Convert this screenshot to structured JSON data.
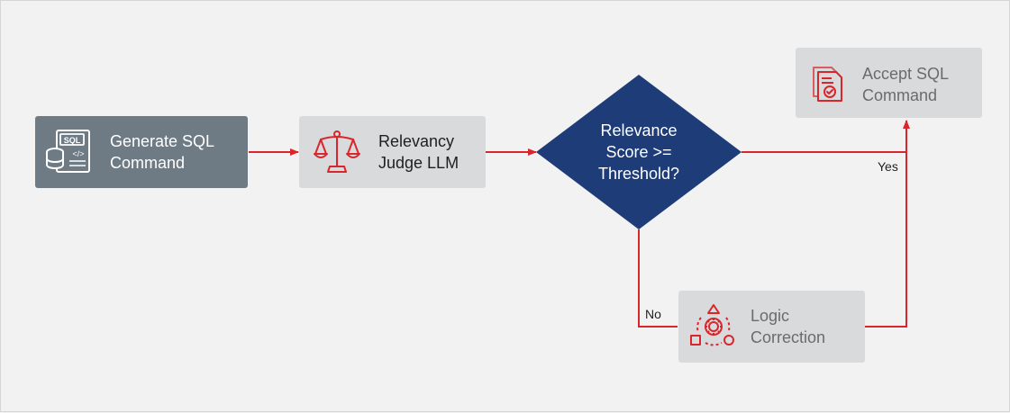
{
  "nodes": {
    "generate": {
      "line1": "Generate SQL",
      "line2": "Command"
    },
    "judge": {
      "line1": "Relevancy",
      "line2": "Judge LLM"
    },
    "decision": {
      "line1": "Relevance",
      "line2": "Score >=",
      "line3": "Threshold?"
    },
    "accept": {
      "line1": "Accept SQL",
      "line2": "Command"
    },
    "correction": {
      "line1": "Logic",
      "line2": "Correction"
    }
  },
  "edges": {
    "yes_label": "Yes",
    "no_label": "No"
  },
  "icons": {
    "generate": "sql-database-icon",
    "judge": "scales-icon",
    "accept": "approved-documents-icon",
    "correction": "shapes-gear-icon"
  },
  "colors": {
    "accent": "#d9262c",
    "decision": "#1d3c78",
    "dark_node": "#6e7b84",
    "light_node": "#d9dadb"
  }
}
